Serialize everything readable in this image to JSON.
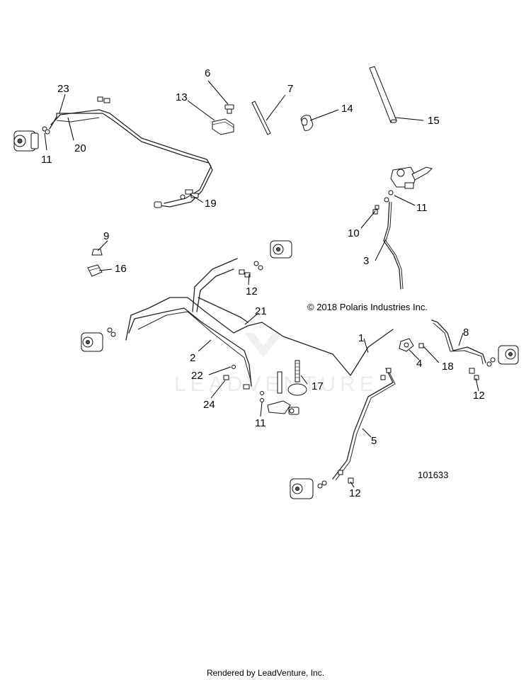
{
  "diagram": {
    "copyright": "© 2018 Polaris Industries Inc.",
    "figure_number": "101633",
    "watermark": "LEADVENTURE",
    "callouts": {
      "c1": "1",
      "c2": "2",
      "c3": "3",
      "c4": "4",
      "c5": "5",
      "c6": "6",
      "c7": "7",
      "c8": "8",
      "c9": "9",
      "c10": "10",
      "c11a": "11",
      "c11b": "11",
      "c11c": "11",
      "c12a": "12",
      "c12b": "12",
      "c12c": "12",
      "c13": "13",
      "c14": "14",
      "c15": "15",
      "c16": "16",
      "c17": "17",
      "c18": "18",
      "c19": "19",
      "c20": "20",
      "c21": "21",
      "c22": "22",
      "c23": "23",
      "c24": "24"
    }
  },
  "footer": {
    "text": "Rendered by LeadVenture, Inc."
  }
}
